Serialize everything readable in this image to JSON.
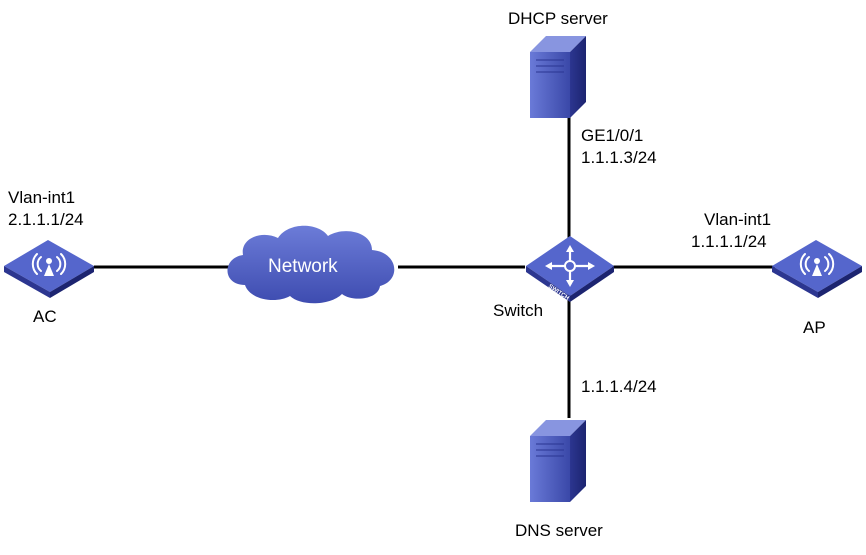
{
  "colors": {
    "link": "#000000",
    "device_top": "#5566cc",
    "device_side": "#2c3690",
    "device_dark": "#1c2470",
    "cloud": "#4f5fc4"
  },
  "nodes": {
    "dhcp_server": {
      "label": "DHCP server",
      "icon": "server-icon"
    },
    "dns_server": {
      "label": "DNS server",
      "icon": "server-icon"
    },
    "switch": {
      "label": "Switch",
      "icon": "switch-icon",
      "badge": "SWITCH"
    },
    "network": {
      "label": "Network",
      "icon": "cloud-icon"
    },
    "ac": {
      "label": "AC",
      "icon": "wireless-device-icon",
      "iface": "Vlan-int1",
      "ip": "2.1.1.1/24"
    },
    "ap": {
      "label": "AP",
      "icon": "wireless-device-icon",
      "iface": "Vlan-int1",
      "ip": "1.1.1.1/24"
    }
  },
  "links": {
    "switch_dhcp": {
      "port": "GE1/0/1",
      "ip": "1.1.1.3/24"
    },
    "switch_dns": {
      "ip": "1.1.1.4/24"
    }
  }
}
